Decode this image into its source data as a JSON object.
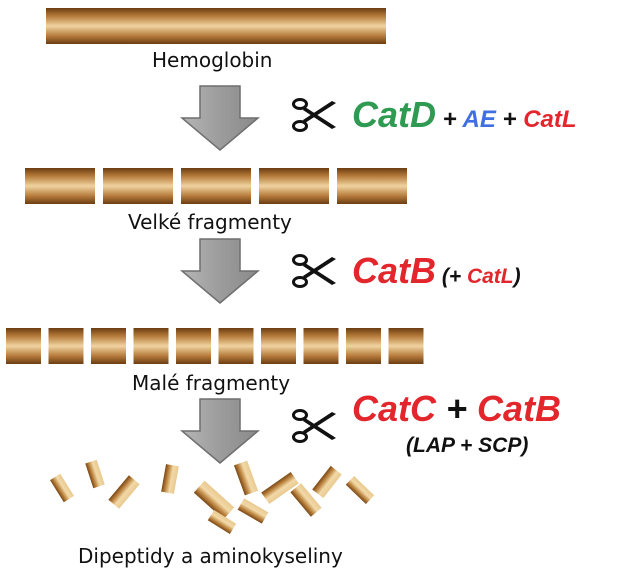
{
  "colors": {
    "green": "#2e9a52",
    "blue": "#3f6fe0",
    "red": "#e2262b",
    "black": "#111111",
    "arrow_fill": "#9a9a9a",
    "arrow_stroke": "#6f6f6f",
    "segment_dark": "#6b3d12",
    "segment_light": "#f0d3a0"
  },
  "stages": {
    "hemoglobin": {
      "label": "Hemoglobin"
    },
    "large": {
      "label": "Velké fragmenty",
      "segment_count": 5
    },
    "small": {
      "label": "Malé fragmenty",
      "segment_count": 10
    },
    "final": {
      "label": "Dipeptidy a aminokyseliny",
      "piece_count": 12
    }
  },
  "steps": [
    {
      "icon": "scissors-icon",
      "enzymes": [
        {
          "text": "CatD",
          "color": "#2e9a52",
          "size": "large"
        },
        {
          "text": " + ",
          "color": "#111111",
          "size": "medium"
        },
        {
          "text": "AE",
          "color": "#3f6fe0",
          "size": "medium"
        },
        {
          "text": " + ",
          "color": "#111111",
          "size": "medium"
        },
        {
          "text": "CatL",
          "color": "#e2262b",
          "size": "medium"
        }
      ]
    },
    {
      "icon": "scissors-icon",
      "enzymes": [
        {
          "text": "CatB",
          "color": "#e2262b",
          "size": "large"
        },
        {
          "text": " (+ ",
          "color": "#111111",
          "size": "small"
        },
        {
          "text": "CatL",
          "color": "#e2262b",
          "size": "small"
        },
        {
          "text": ")",
          "color": "#111111",
          "size": "small"
        }
      ]
    },
    {
      "icon": "scissors-icon",
      "enzymes": [
        {
          "text": "CatC",
          "color": "#e2262b",
          "size": "large"
        },
        {
          "text": " + ",
          "color": "#111111",
          "size": "large"
        },
        {
          "text": "CatB",
          "color": "#e2262b",
          "size": "large"
        }
      ],
      "secondary": "(LAP + SCP)"
    }
  ]
}
